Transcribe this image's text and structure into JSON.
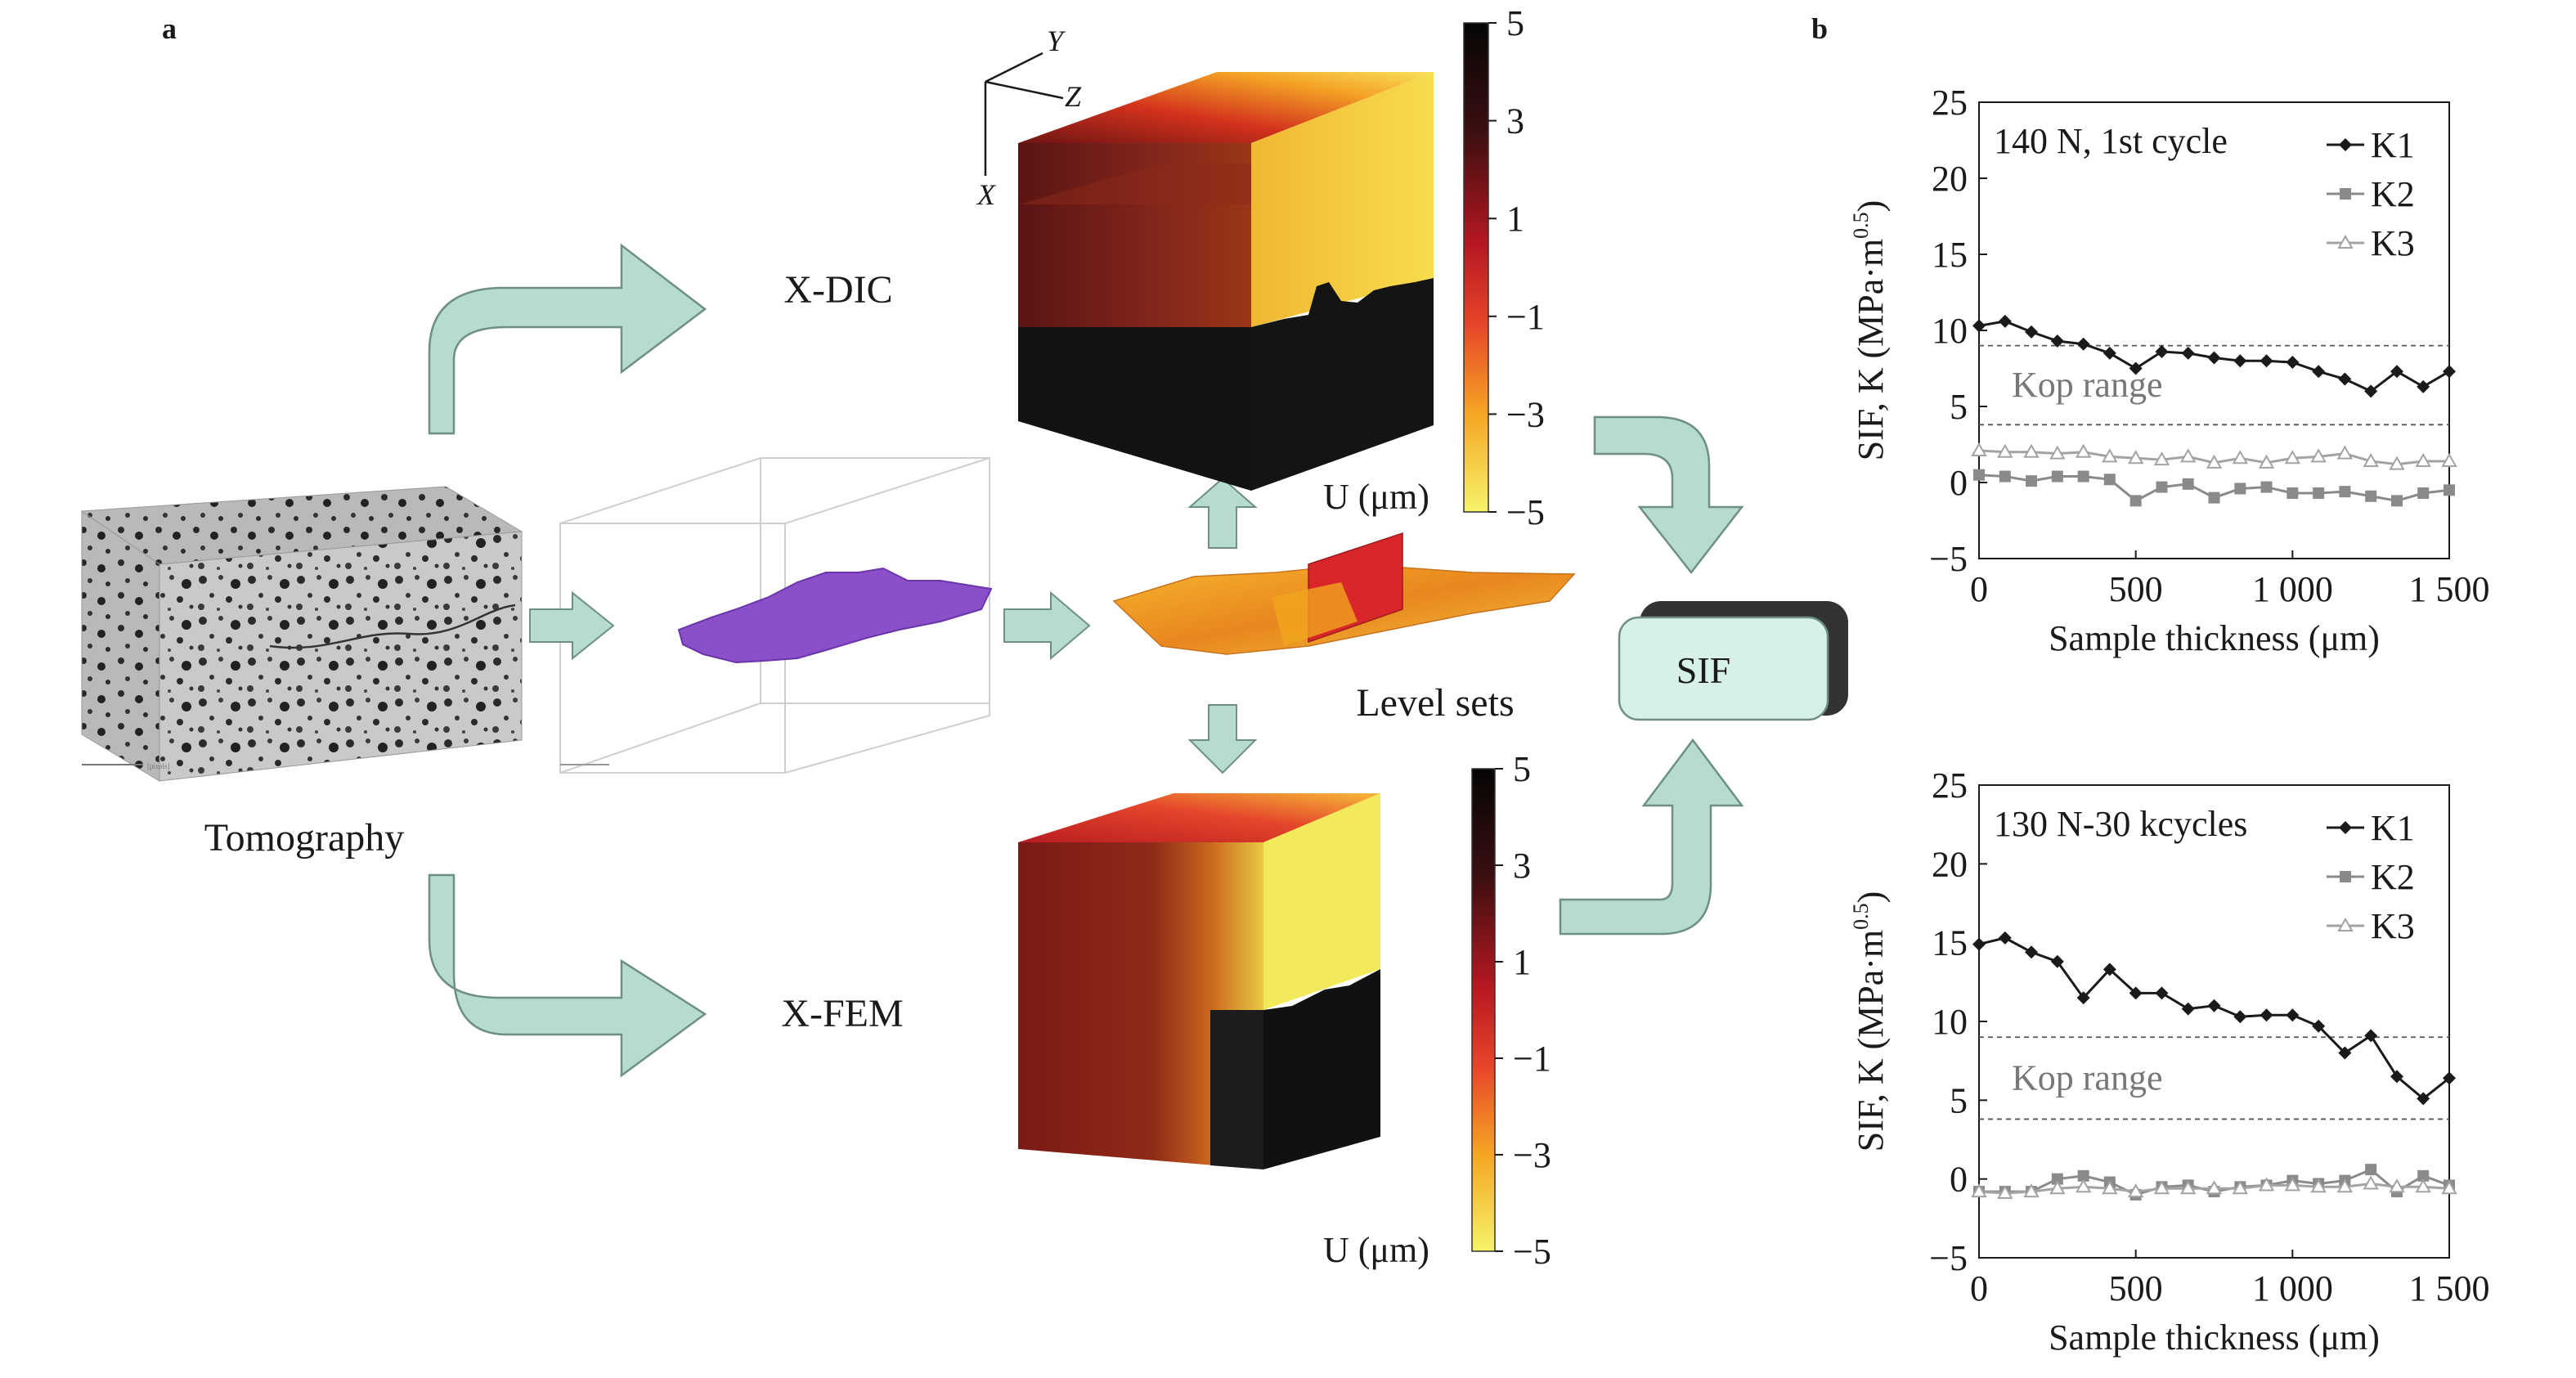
{
  "panels": {
    "a": "a",
    "b": "b"
  },
  "labels": {
    "tomography": "Tomography",
    "xdic": "X-DIC",
    "xfem": "X-FEM",
    "level_sets": "Level sets",
    "sif": "SIF",
    "axes_x": "X",
    "axes_y": "Y",
    "axes_z": "Z"
  },
  "colorbar_top": {
    "ticks": [
      "5",
      "3",
      "1",
      "−1",
      "−3",
      "−5"
    ],
    "label": "U (μm)"
  },
  "colorbar_bottom": {
    "ticks": [
      "5",
      "3",
      "1",
      "−1",
      "−3",
      "−5"
    ],
    "label": "U (μm)"
  },
  "colors": {
    "arrow_fill": "#b5dccd",
    "arrow_stroke": "#6f8f84",
    "sif_box": "#d8f0ea",
    "crack": "#8a4fc9"
  },
  "chart_data": [
    {
      "type": "line",
      "annotation": "140 N, 1st cycle",
      "band_label": "Kop range",
      "band": [
        3.8,
        9.0
      ],
      "xlabel": "Sample thickness (μm)",
      "ylabel": "SIF, K (MPa·m",
      "ylabel_sup": "0.5",
      "ylabel_close": ")",
      "xlim": [
        0,
        1500
      ],
      "ylim": [
        -5,
        25
      ],
      "xticks": [
        0,
        500,
        1000,
        1500
      ],
      "xtick_labels": [
        "0",
        "500",
        "1 000",
        "1 500"
      ],
      "yticks": [
        -5,
        0,
        5,
        10,
        15,
        20,
        25
      ],
      "ytick_labels": [
        "−5",
        "0",
        "5",
        "10",
        "15",
        "20",
        "25"
      ],
      "legend_position": "top-right",
      "x": [
        0,
        83,
        167,
        250,
        333,
        417,
        500,
        583,
        667,
        750,
        833,
        917,
        1000,
        1083,
        1167,
        1250,
        1333,
        1417,
        1500
      ],
      "series": [
        {
          "name": "K1",
          "marker": "diamond",
          "color": "#1a1a1a",
          "values": [
            10.3,
            10.6,
            9.9,
            9.3,
            9.1,
            8.5,
            7.5,
            8.6,
            8.5,
            8.2,
            8.0,
            8.0,
            7.9,
            7.3,
            6.8,
            6.0,
            7.3,
            6.3,
            7.3
          ]
        },
        {
          "name": "K2",
          "marker": "square",
          "color": "#8a8a8a",
          "values": [
            0.5,
            0.4,
            0.1,
            0.4,
            0.4,
            0.2,
            -1.2,
            -0.3,
            -0.1,
            -1.0,
            -0.4,
            -0.3,
            -0.7,
            -0.7,
            -0.6,
            -0.9,
            -1.2,
            -0.7,
            -0.5
          ]
        },
        {
          "name": "K3",
          "marker": "triangle",
          "color": "#a3a3a3",
          "values": [
            2.1,
            2.0,
            2.0,
            1.9,
            2.0,
            1.7,
            1.6,
            1.5,
            1.7,
            1.3,
            1.6,
            1.3,
            1.6,
            1.7,
            1.9,
            1.4,
            1.2,
            1.4,
            1.4
          ]
        }
      ]
    },
    {
      "type": "line",
      "annotation": "130 N-30 kcycles",
      "band_label": "Kop range",
      "band": [
        3.8,
        9.0
      ],
      "xlabel": "Sample thickness (μm)",
      "ylabel": "SIF, K (MPa·m",
      "ylabel_sup": "0.5",
      "ylabel_close": ")",
      "xlim": [
        0,
        1500
      ],
      "ylim": [
        -5,
        25
      ],
      "xticks": [
        0,
        500,
        1000,
        1500
      ],
      "xtick_labels": [
        "0",
        "500",
        "1 000",
        "1 500"
      ],
      "yticks": [
        -5,
        0,
        5,
        10,
        15,
        20,
        25
      ],
      "ytick_labels": [
        "−5",
        "0",
        "5",
        "10",
        "15",
        "20",
        "25"
      ],
      "legend_position": "top-right",
      "x": [
        0,
        83,
        167,
        250,
        333,
        417,
        500,
        583,
        667,
        750,
        833,
        917,
        1000,
        1083,
        1167,
        1250,
        1333,
        1417,
        1500
      ],
      "series": [
        {
          "name": "K1",
          "marker": "diamond",
          "color": "#1a1a1a",
          "values": [
            14.9,
            15.3,
            14.4,
            13.8,
            11.5,
            13.3,
            11.8,
            11.8,
            10.8,
            11.0,
            10.3,
            10.4,
            10.4,
            9.7,
            8.0,
            9.1,
            6.5,
            5.1,
            6.4
          ]
        },
        {
          "name": "K2",
          "marker": "square",
          "color": "#8a8a8a",
          "values": [
            -0.8,
            -0.8,
            -0.8,
            0.0,
            0.2,
            -0.2,
            -1.0,
            -0.5,
            -0.4,
            -0.8,
            -0.5,
            -0.4,
            -0.1,
            -0.3,
            -0.1,
            0.6,
            -0.8,
            0.2,
            -0.4
          ]
        },
        {
          "name": "K3",
          "marker": "triangle",
          "color": "#a3a3a3",
          "values": [
            -0.8,
            -0.9,
            -0.8,
            -0.6,
            -0.5,
            -0.6,
            -0.8,
            -0.6,
            -0.6,
            -0.6,
            -0.6,
            -0.4,
            -0.4,
            -0.5,
            -0.5,
            -0.3,
            -0.5,
            -0.5,
            -0.6
          ]
        }
      ]
    }
  ]
}
